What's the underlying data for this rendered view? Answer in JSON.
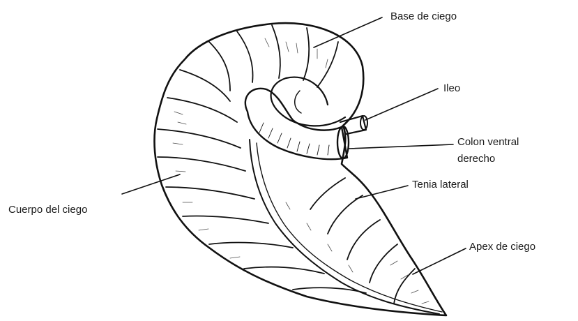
{
  "labels": {
    "base": "Base de ciego",
    "ileo": "Ileo",
    "colon_line1": "Colon ventral",
    "colon_line2": "derecho",
    "tenia": "Tenia lateral",
    "cuerpo": "Cuerpo del ciego",
    "apex": "Apex de ciego"
  },
  "colors": {
    "ink": "#111111",
    "background": "#ffffff"
  }
}
